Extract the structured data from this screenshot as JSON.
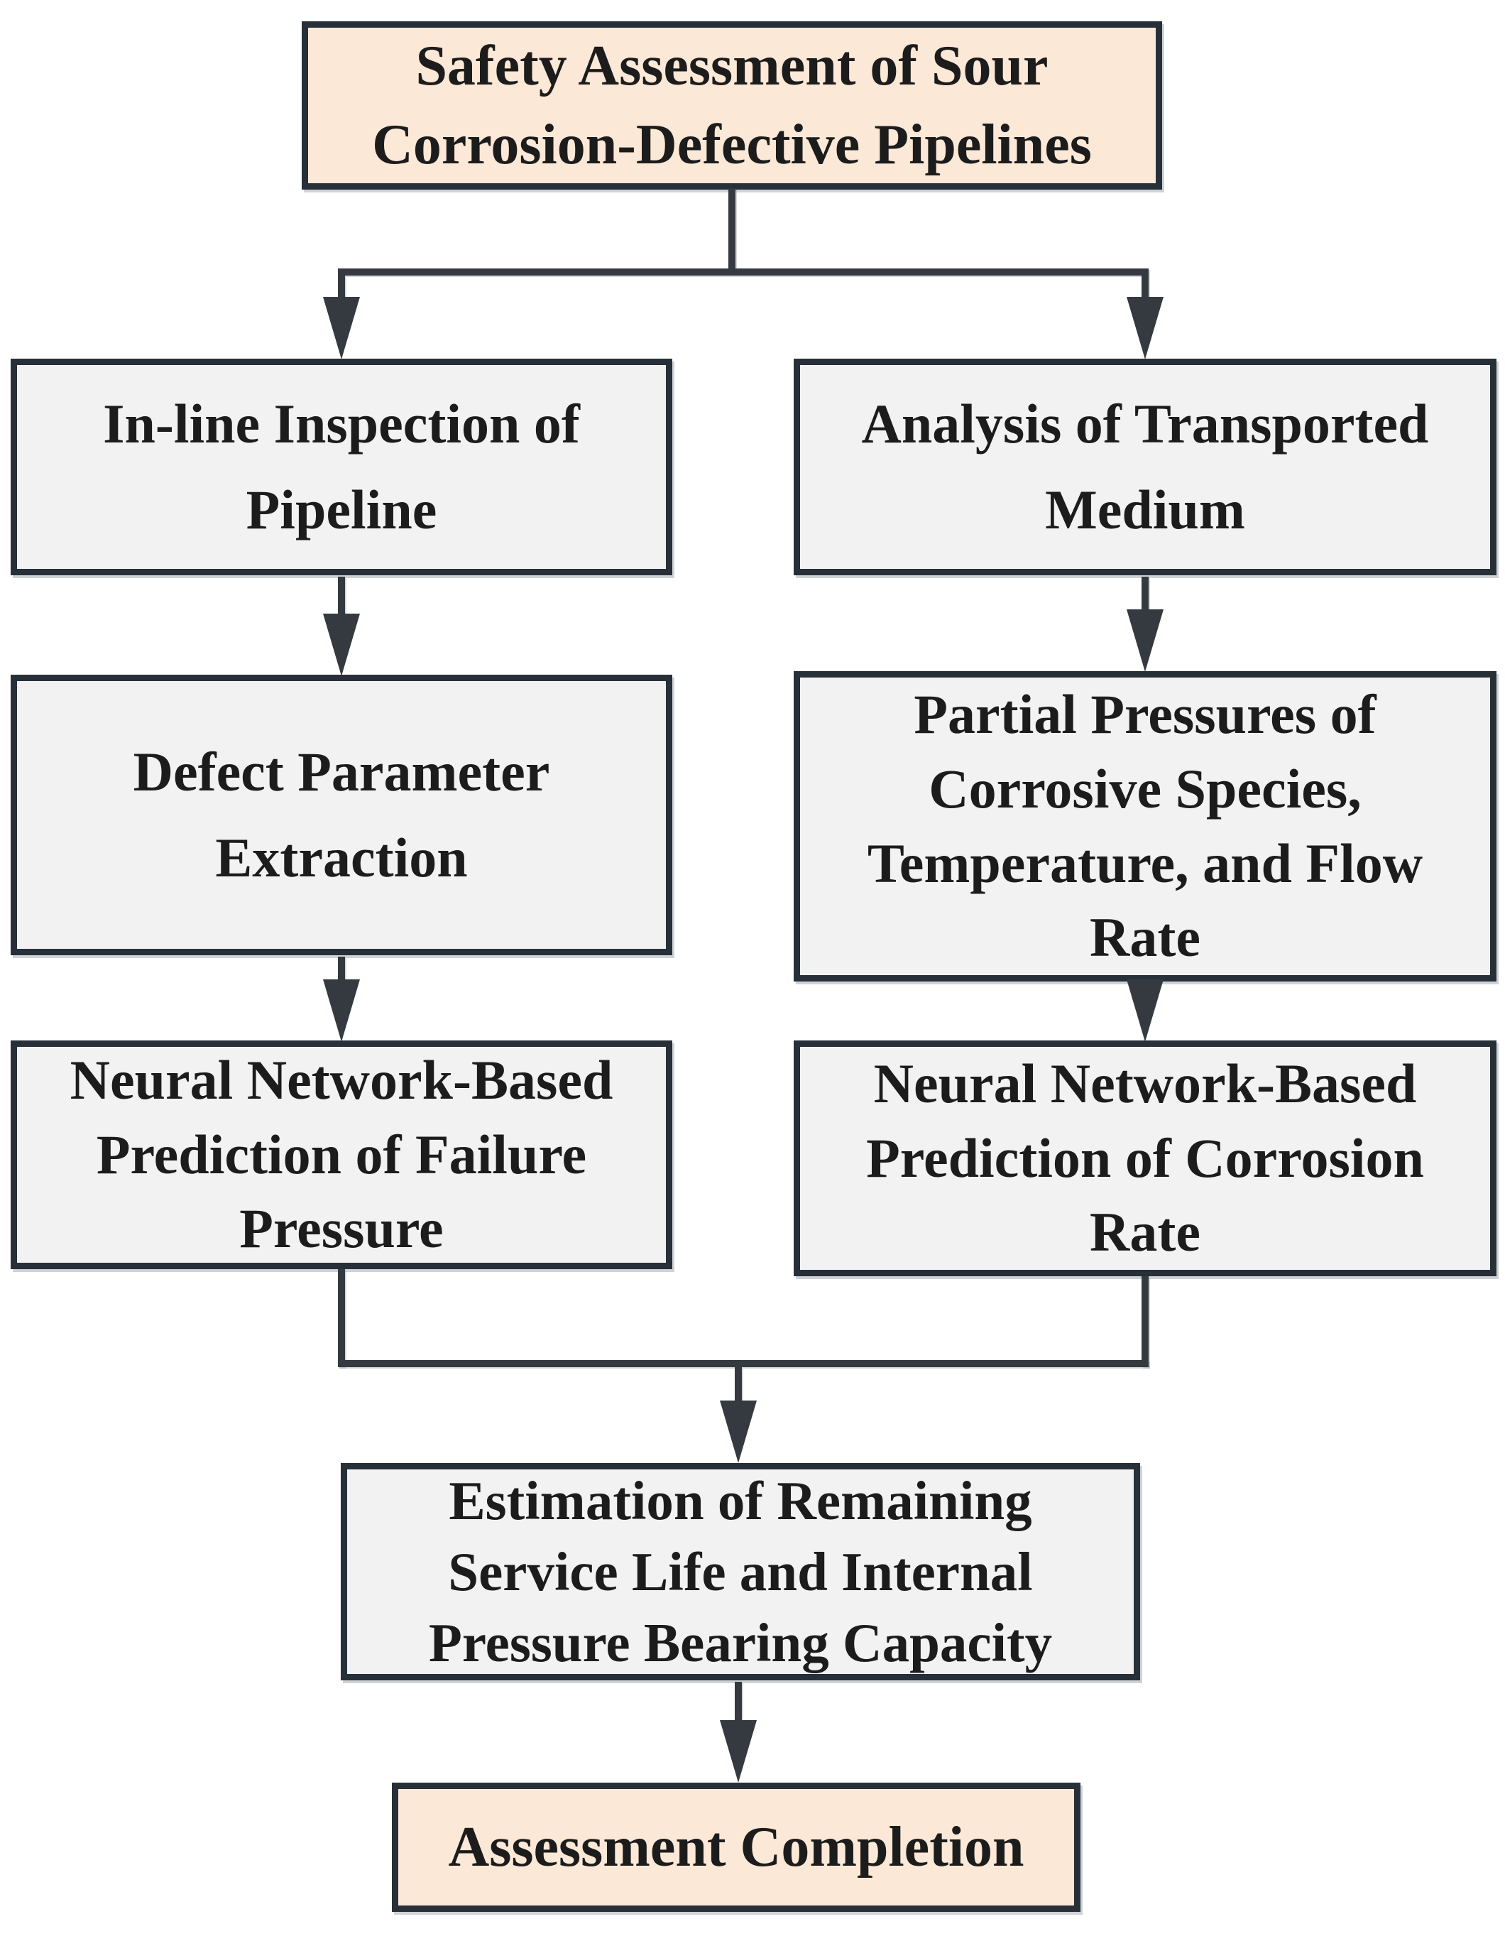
{
  "nodes": {
    "start": {
      "text": "Safety Assessment of Sour\nCorrosion-Defective Pipelines"
    },
    "inline_inspection": {
      "text": "In-line Inspection of\nPipeline"
    },
    "analysis_medium": {
      "text": "Analysis of Transported\nMedium"
    },
    "defect_extraction": {
      "text": "Defect Parameter\nExtraction"
    },
    "partial_pressures": {
      "text": "Partial Pressures of\nCorrosive Species,\nTemperature, and Flow\nRate"
    },
    "nn_failure_pressure": {
      "text": "Neural Network-Based\nPrediction of Failure\nPressure"
    },
    "nn_corrosion_rate": {
      "text": "Neural Network-Based\nPrediction of Corrosion\nRate"
    },
    "estimation": {
      "text": "Estimation of Remaining\nService Life and Internal\nPressure Bearing Capacity"
    },
    "completion": {
      "text": "Assessment Completion"
    }
  },
  "colors": {
    "border": "#273039",
    "connector": "#343a40",
    "terminal_fill": "#fce8d6",
    "process_fill": "#f2f2f2",
    "text": "#1c1c1c"
  }
}
